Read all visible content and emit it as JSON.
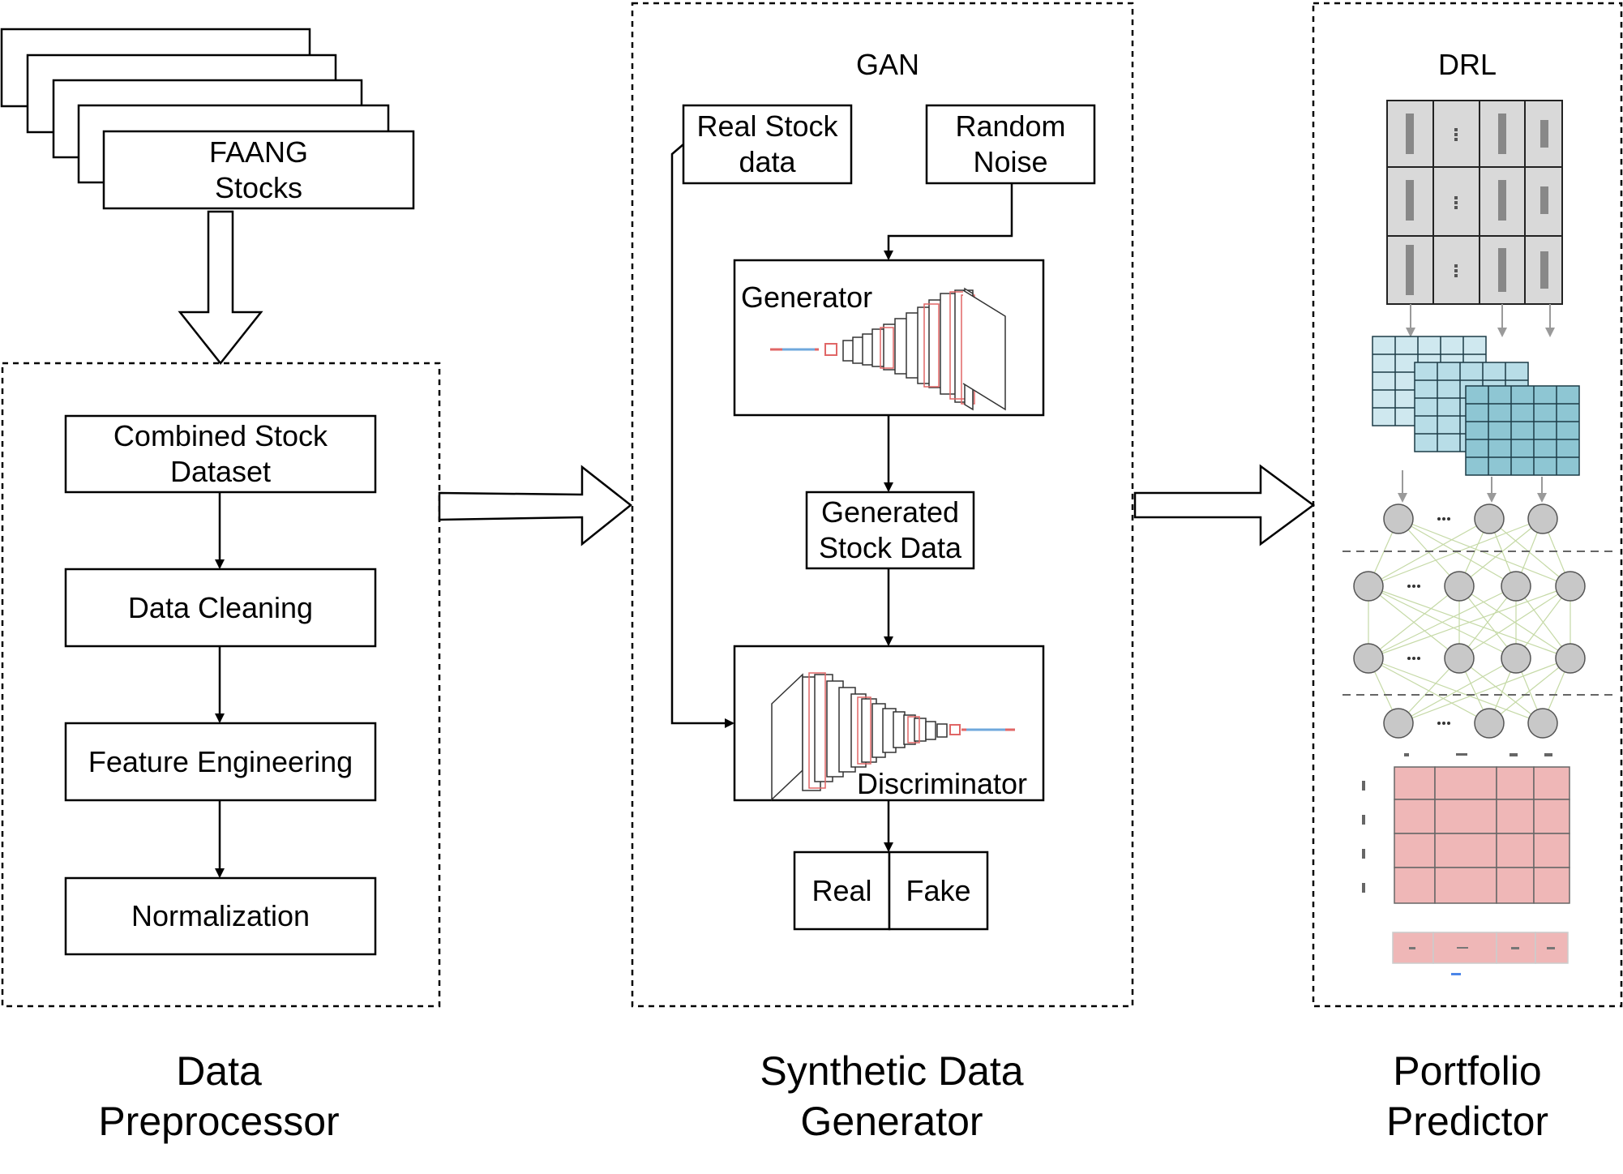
{
  "data_preprocessor": {
    "stack_label": "FAANG\nStocks",
    "steps": [
      "Combined Stock\nDataset",
      "Data Cleaning",
      "Feature Engineering",
      "Normalization"
    ],
    "caption": "Data\nPreprocessor"
  },
  "gan": {
    "title": "GAN",
    "real_stock_label": "Real Stock\ndata",
    "random_noise_label": "Random\nNoise",
    "generator_label": "Generator",
    "generated_data_label": "Generated\nStock Data",
    "discriminator_label": "Discriminator",
    "real_label": "Real",
    "fake_label": "Fake",
    "caption": "Synthetic Data\nGenerator"
  },
  "drl": {
    "title": "DRL",
    "caption": "Portfolio\nPredictor"
  },
  "colors": {
    "line": "#000000",
    "grey_cell": "#d9d9d9",
    "teal_cell": "#a7d3df",
    "teal_cell_dark": "#7fbccb",
    "node": "#c8c8c8",
    "edge": "#c5d9a6",
    "pink_cell": "#efb7b7",
    "layer_red": "#e06666"
  }
}
